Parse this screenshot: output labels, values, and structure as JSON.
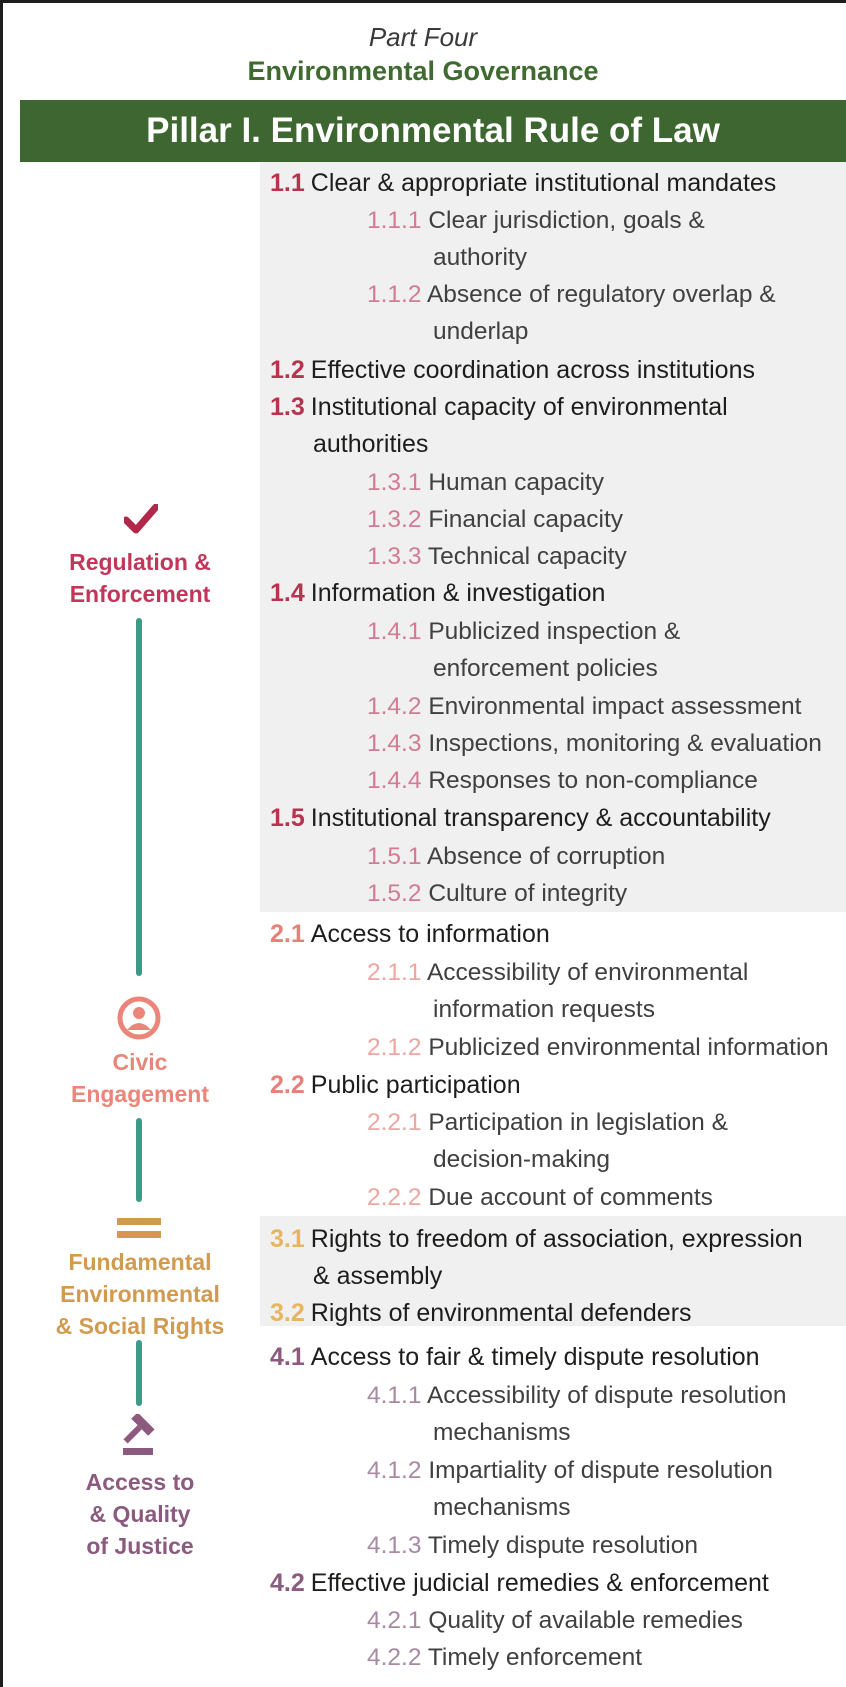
{
  "header": {
    "part_label": "Part Four",
    "part_title": "Environmental Governance",
    "pillar_title": "Pillar I. Environmental Rule of Law"
  },
  "categories": [
    {
      "name": "Regulation & Enforcement",
      "line1": "Regulation &",
      "line2": "Enforcement",
      "icon": "checkmark-icon",
      "color": "#c2365a"
    },
    {
      "name": "Civic Engagement",
      "line1": "Civic",
      "line2": "Engagement",
      "icon": "person-icon",
      "color": "#ec8579"
    },
    {
      "name": "Fundamental Environmental & Social Rights",
      "line1": "Fundamental",
      "line2": "Environmental",
      "line3": "& Social Rights",
      "icon": "equals-icon",
      "color": "#d29a4e"
    },
    {
      "name": "Access to & Quality of Justice",
      "line1": "Access to",
      "line2": "& Quality",
      "line3": "of Justice",
      "icon": "gavel-icon",
      "color": "#8c5a7f"
    }
  ],
  "sections": {
    "s1_1": {
      "num": "1.1",
      "text": "Clear & appropriate institutional mandates"
    },
    "s1_1_1": {
      "num": "1.1.1",
      "text1": "Clear jurisdiction, goals &",
      "text2": "authority"
    },
    "s1_1_2": {
      "num": "1.1.2",
      "text1": "Absence of regulatory overlap &",
      "text2": "underlap"
    },
    "s1_2": {
      "num": "1.2",
      "text": "Effective coordination across institutions"
    },
    "s1_3": {
      "num": "1.3",
      "text1": "Institutional capacity of environmental",
      "text2": "authorities"
    },
    "s1_3_1": {
      "num": "1.3.1",
      "text": "Human capacity"
    },
    "s1_3_2": {
      "num": "1.3.2",
      "text": "Financial capacity"
    },
    "s1_3_3": {
      "num": "1.3.3",
      "text": "Technical capacity"
    },
    "s1_4": {
      "num": "1.4",
      "text": "Information & investigation"
    },
    "s1_4_1": {
      "num": "1.4.1",
      "text1": "Publicized inspection &",
      "text2": "enforcement policies"
    },
    "s1_4_2": {
      "num": "1.4.2",
      "text": "Environmental impact assessment"
    },
    "s1_4_3": {
      "num": "1.4.3",
      "text": "Inspections, monitoring & evaluation"
    },
    "s1_4_4": {
      "num": "1.4.4",
      "text": "Responses to non-compliance"
    },
    "s1_5": {
      "num": "1.5",
      "text": "Institutional transparency & accountability"
    },
    "s1_5_1": {
      "num": "1.5.1",
      "text": "Absence of corruption"
    },
    "s1_5_2": {
      "num": "1.5.2",
      "text": "Culture of integrity"
    },
    "s2_1": {
      "num": "2.1",
      "text": "Access to information"
    },
    "s2_1_1": {
      "num": "2.1.1",
      "text1": "Accessibility of environmental",
      "text2": "information requests"
    },
    "s2_1_2": {
      "num": "2.1.2",
      "text": "Publicized environmental information"
    },
    "s2_2": {
      "num": "2.2",
      "text": "Public participation"
    },
    "s2_2_1": {
      "num": "2.2.1",
      "text1": "Participation in legislation &",
      "text2": "decision-making"
    },
    "s2_2_2": {
      "num": "2.2.2",
      "text": "Due account of comments"
    },
    "s3_1": {
      "num": "3.1",
      "text1": "Rights to freedom of association, expression",
      "text2": "& assembly"
    },
    "s3_2": {
      "num": "3.2",
      "text": "Rights of environmental defenders"
    },
    "s4_1": {
      "num": "4.1",
      "text": "Access to fair & timely dispute resolution"
    },
    "s4_1_1": {
      "num": "4.1.1",
      "text1": "Accessibility of dispute resolution",
      "text2": "mechanisms"
    },
    "s4_1_2": {
      "num": "4.1.2",
      "text1": "Impartiality of dispute resolution",
      "text2": "mechanisms"
    },
    "s4_1_3": {
      "num": "4.1.3",
      "text": "Timely dispute resolution"
    },
    "s4_2": {
      "num": "4.2",
      "text": "Effective judicial remedies & enforcement"
    },
    "s4_2_1": {
      "num": "4.2.1",
      "text": "Quality of available remedies"
    },
    "s4_2_2": {
      "num": "4.2.2",
      "text": "Timely enforcement"
    }
  }
}
